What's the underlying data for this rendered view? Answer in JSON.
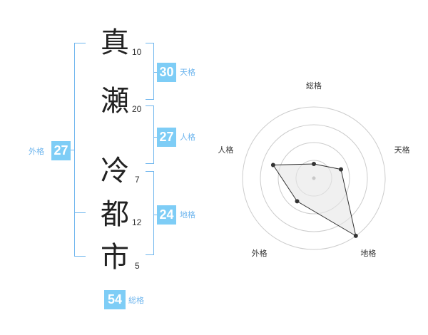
{
  "name": {
    "chars": [
      {
        "char": "真",
        "strokes": "10"
      },
      {
        "char": "瀬",
        "strokes": "20"
      },
      {
        "char": "冷",
        "strokes": "7"
      },
      {
        "char": "都",
        "strokes": "12"
      },
      {
        "char": "市",
        "strokes": "5"
      }
    ]
  },
  "fortunes": {
    "tenkaku": {
      "label": "天格",
      "value": "30"
    },
    "jinkaku": {
      "label": "人格",
      "value": "27"
    },
    "chikaku": {
      "label": "地格",
      "value": "24"
    },
    "gaikaku": {
      "label": "外格",
      "value": "27"
    },
    "soukaku": {
      "label": "総格",
      "value": "54"
    }
  },
  "chart_data": {
    "type": "radar",
    "axes": [
      "総格",
      "天格",
      "地格",
      "外格",
      "人格"
    ],
    "values": [
      1,
      2,
      5,
      2,
      3
    ],
    "rmax": 5,
    "rings": 4,
    "colors": {
      "fill": "#e6e6e6",
      "line": "#333333",
      "grid": "#cccccc",
      "point": "#333333"
    }
  }
}
